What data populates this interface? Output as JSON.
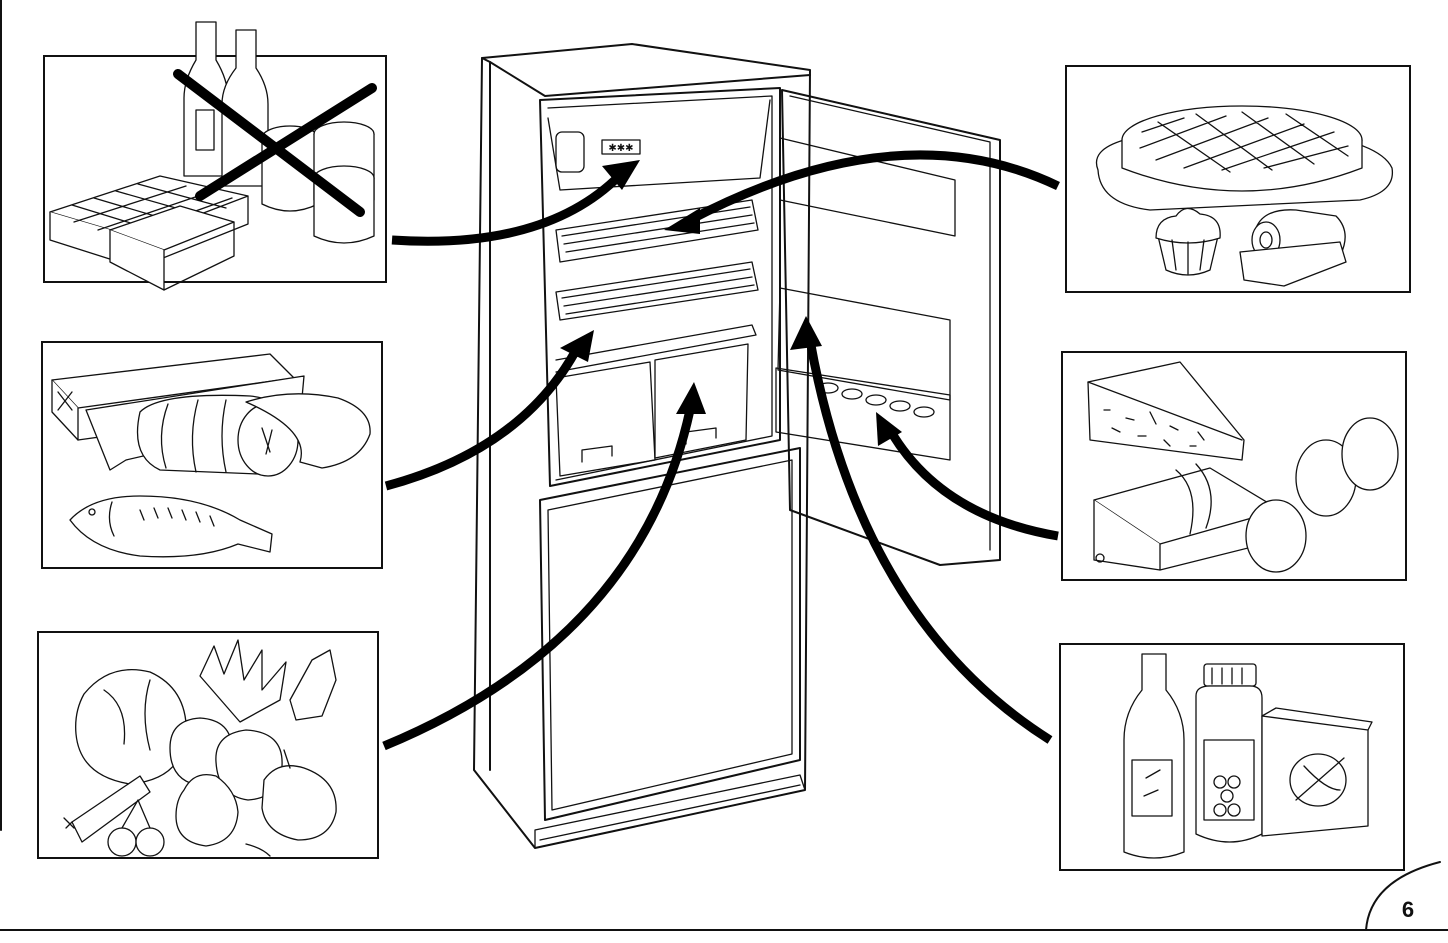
{
  "page": {
    "page_number": "6"
  },
  "panels": [
    {
      "id": "bottles-cans-ice-trays",
      "icon": "bottles-cans-ice-trays-crossed-out",
      "status": "not-allowed"
    },
    {
      "id": "wrapped-meat-fish",
      "icon": "wrapped-meat-and-fish"
    },
    {
      "id": "fruit-vegetables",
      "icon": "fruit-and-vegetables"
    },
    {
      "id": "cake-pastry-sausage",
      "icon": "cake-cupcake-sausage"
    },
    {
      "id": "cheese-butter-eggs",
      "icon": "cheese-butter-eggs"
    },
    {
      "id": "bottles-jars",
      "icon": "bottle-jar-and-box"
    }
  ],
  "refrigerator": {
    "icon": "refrigerator-open-door",
    "freezer_rating": "✱✱✱"
  },
  "colors": {
    "line": "#111111",
    "arrow": "#000000",
    "background": "#ffffff"
  }
}
